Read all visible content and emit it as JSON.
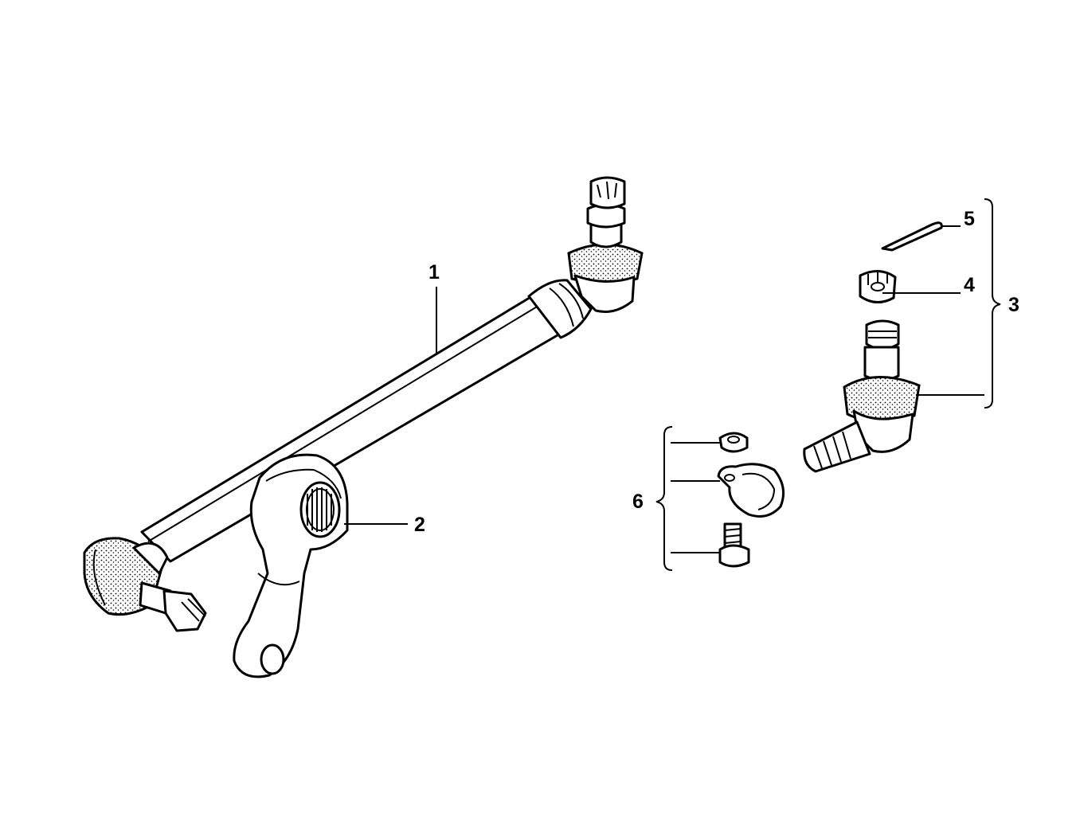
{
  "diagram": {
    "callouts": [
      {
        "id": "1",
        "label": "1"
      },
      {
        "id": "2",
        "label": "2"
      },
      {
        "id": "3",
        "label": "3"
      },
      {
        "id": "4",
        "label": "4"
      },
      {
        "id": "5",
        "label": "5"
      },
      {
        "id": "6",
        "label": "6"
      }
    ],
    "parts": [
      {
        "callout": "1",
        "name": "tie-rod-assembly"
      },
      {
        "callout": "2",
        "name": "pitman-arm"
      },
      {
        "callout": "3",
        "name": "tie-rod-end-kit"
      },
      {
        "callout": "4",
        "name": "castle-nut"
      },
      {
        "callout": "5",
        "name": "cotter-pin"
      },
      {
        "callout": "6",
        "name": "clamp-kit"
      }
    ],
    "colors": {
      "line": "#000000",
      "background": "#ffffff"
    }
  }
}
